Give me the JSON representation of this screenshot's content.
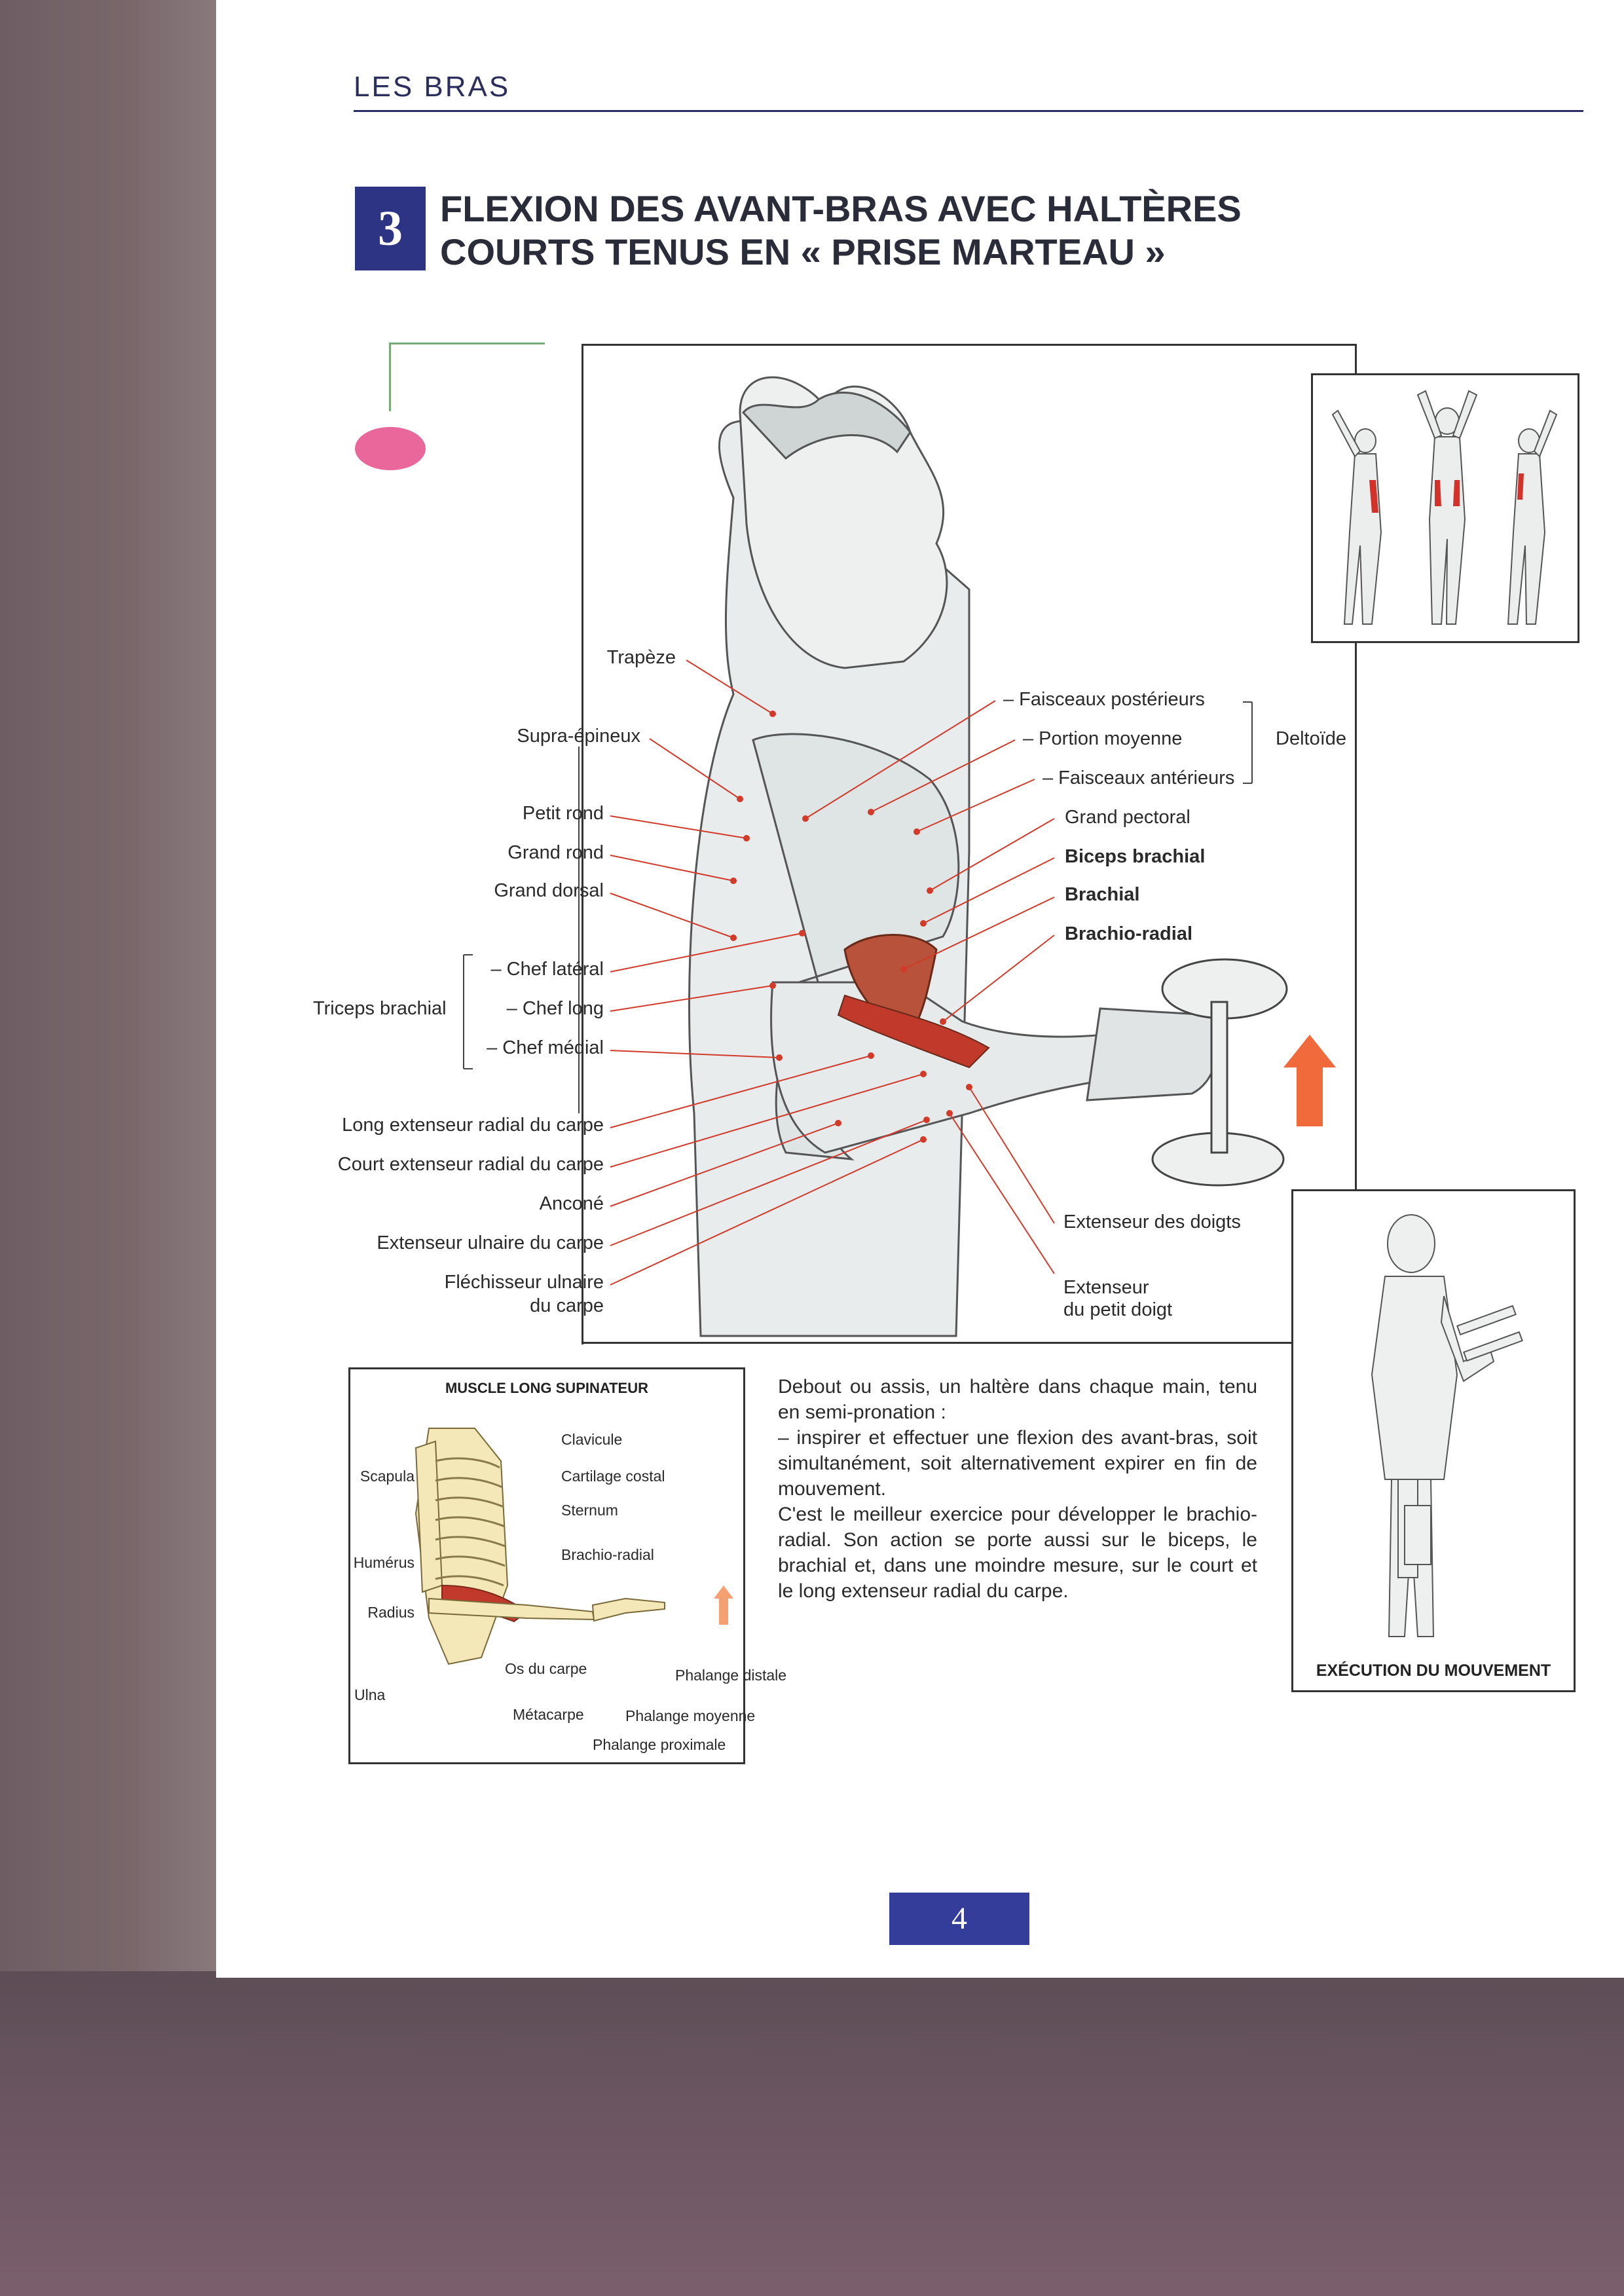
{
  "header": {
    "section": "LES BRAS"
  },
  "exercise": {
    "number": "3",
    "title_line1": "FLEXION DES AVANT-BRAS AVEC HALTÈRES",
    "title_line2": "COURTS TENUS EN « PRISE MARTEAU »"
  },
  "labels_left": {
    "trapeze": "Trapèze",
    "supra_epineux": "Supra-épineux",
    "petit_rond": "Petit rond",
    "grand_rond": "Grand rond",
    "grand_dorsal": "Grand dorsal",
    "triceps_group": "Triceps brachial",
    "chef_lateral": "– Chef latéral",
    "chef_long": "– Chef long",
    "chef_medial": "– Chef médial",
    "long_ext_radial": "Long extenseur radial du carpe",
    "court_ext_radial": "Court extenseur radial du carpe",
    "ancone": "Anconé",
    "ext_ulnaire": "Extenseur ulnaire du carpe",
    "flechisseur_ulnaire_1": "Fléchisseur ulnaire",
    "flechisseur_ulnaire_2": "du carpe"
  },
  "labels_right": {
    "faisceaux_post": "– Faisceaux postérieurs",
    "portion_moy": "– Portion moyenne",
    "faisceaux_ant": "– Faisceaux antérieurs",
    "deltoide": "Deltoïde",
    "grand_pectoral": "Grand pectoral",
    "biceps": "Biceps brachial",
    "brachial": "Brachial",
    "brachio_radial": "Brachio-radial",
    "ext_doigts": "Extenseur des doigts",
    "ext_petit_doigt_1": "Extenseur",
    "ext_petit_doigt_2": "du petit doigt"
  },
  "inset": {
    "title": "MUSCLE LONG SUPINATEUR",
    "clavicule": "Clavicule",
    "cartilage": "Cartilage costal",
    "sternum": "Sternum",
    "brachio_radial": "Brachio-radial",
    "scapula": "Scapula",
    "humerus": "Humérus",
    "radius": "Radius",
    "ulna": "Ulna",
    "os_carpe": "Os du carpe",
    "metacarpe": "Métacarpe",
    "phal_distale": "Phalange distale",
    "phal_moyenne": "Phalange moyenne",
    "phal_proximale": "Phalange proximale"
  },
  "description": {
    "p1": "Debout ou assis, un haltère dans chaque main, tenu en semi-pronation :",
    "p2": "– inspirer et effectuer une flexion des avant-bras, soit simultanément, soit alternativement expirer en fin de mouvement.",
    "p3": "C'est le meilleur exercice pour développer le brachio-radial. Son action se porte aussi sur le biceps, le brachial et, dans une moindre mesure, sur le court et le long extenseur radial du carpe."
  },
  "execution_caption": "EXÉCUTION DU MOUVEMENT",
  "page_number": "4",
  "colors": {
    "accent_blue": "#2d3483",
    "muscle_red": "#c0392b",
    "arrow_orange": "#f06a3c",
    "pink": "#e9679a"
  }
}
